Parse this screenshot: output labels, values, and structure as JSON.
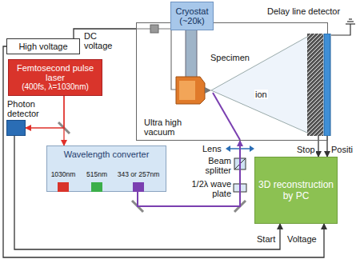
{
  "diagram": {
    "nodes": [
      {
        "text": [
          "Cryostat (~20k)"
        ]
      },
      {
        "text": [
          "Ultra high vacuum"
        ]
      },
      {
        "text": [
          "Delay line detector"
        ],
        "in": 1
      },
      {
        "text": [
          "High voltage"
        ]
      },
      {
        "text": [
          "Femtosecond pulse laser",
          "(400fs, λ=1030nm)"
        ]
      },
      {
        "text": [
          "Photon detector"
        ]
      },
      {
        "text": [
          "Wavelength converter",
          "1030nm",
          "515nm",
          "343 or 257nm"
        ]
      },
      {
        "text": [
          "3D reconstruction by PC"
        ]
      }
    ],
    "edges": [
      {
        "from": 3,
        "to": 1,
        "arrow": "none",
        "label": "DC voltage"
      },
      {
        "from": 4,
        "to": 6,
        "arrow": "to"
      },
      {
        "from": 4,
        "to": 5,
        "arrow": "to"
      },
      {
        "from": 6,
        "to": 1,
        "arrow": "to"
      },
      {
        "from": 2,
        "to": 7,
        "arrow": "to",
        "label": "Stop"
      },
      {
        "from": 2,
        "to": 7,
        "arrow": "to",
        "label": "Positi"
      },
      {
        "from": 5,
        "to": 7,
        "arrow": "to",
        "label": "Start"
      },
      {
        "from": 3,
        "to": 7,
        "arrow": "to",
        "label": "Voltage"
      }
    ],
    "labels": [
      "Specimen",
      "ion",
      "Lens",
      "Beam splitter",
      "1/2λ wave plate"
    ]
  }
}
